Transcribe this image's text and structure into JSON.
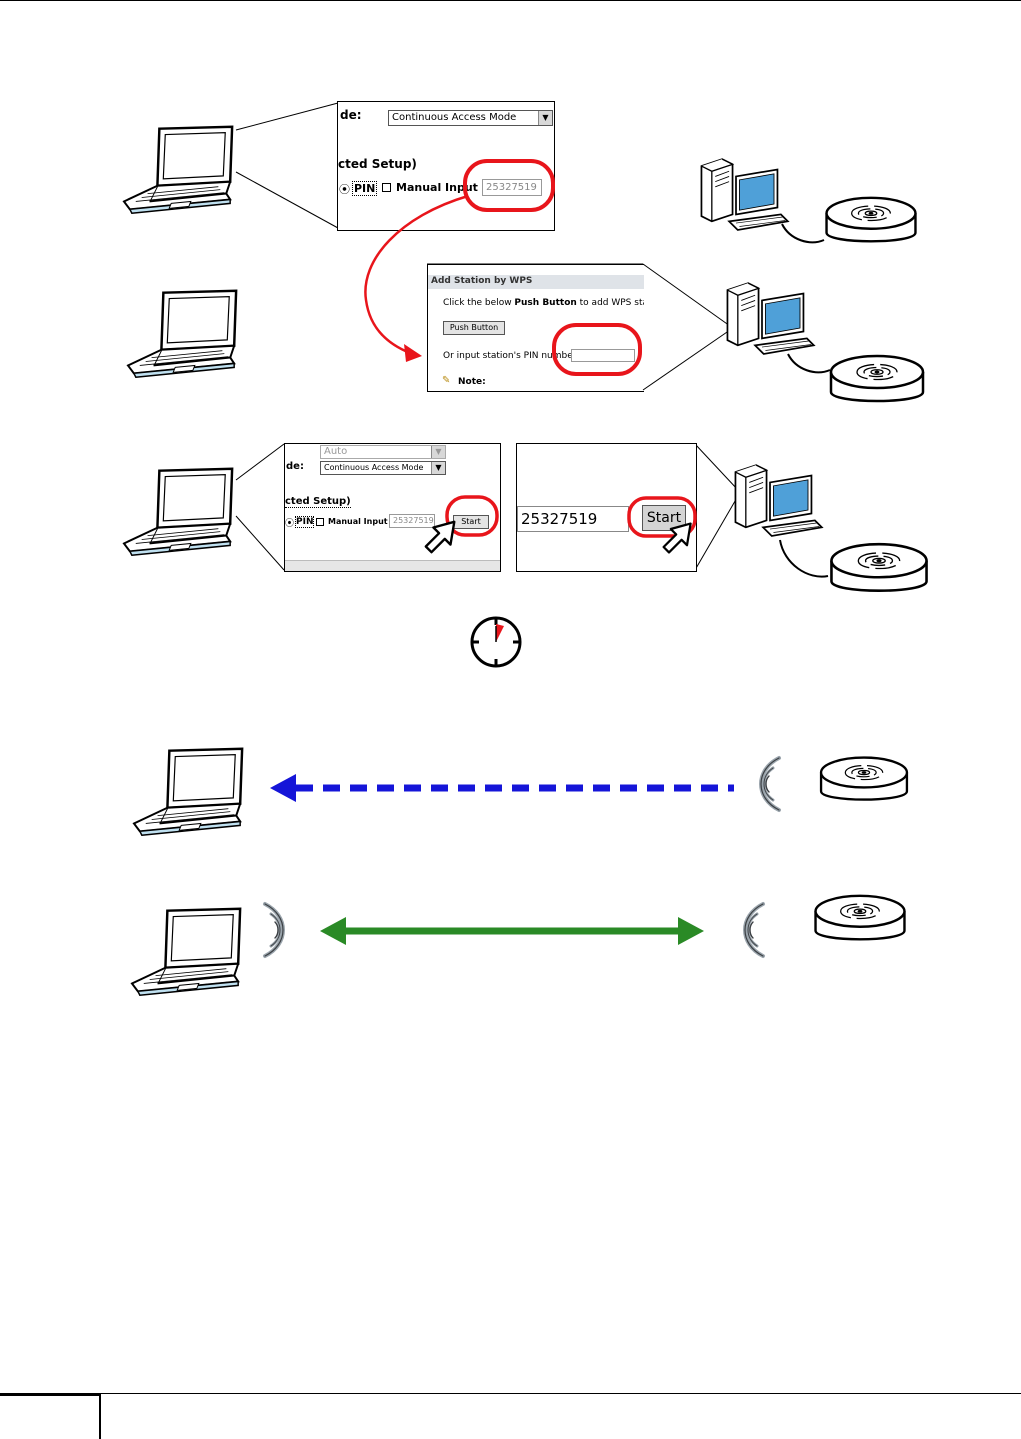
{
  "step1": {
    "mode_label": "de:",
    "mode_value": "Continuous Access Mode",
    "setup_label": "cted Setup)",
    "pin_label": "PIN",
    "manual_label": "Manual Input",
    "pin_value": "25327519"
  },
  "step2": {
    "panel_title": "Add Station by WPS",
    "instruction_prefix": "Click the below ",
    "instruction_bold": "Push Button",
    "instruction_suffix": " to add WPS station",
    "push_button_label": "Push Button",
    "pin_prompt": "Or input station's PIN number:",
    "note_label": "Note:"
  },
  "step3": {
    "auto_value": "Auto",
    "mode_label": "de:",
    "mode_value": "Continuous Access Mode",
    "setup_label": "cted Setup)",
    "pin_label": "PIN",
    "manual_label": "Manual Input",
    "pin_value": "25327519",
    "start_label": "Start",
    "ap_pin_value": "25327519",
    "ap_start_label": "Start"
  },
  "colors": {
    "highlight": "#e8151b",
    "discovery_arrow": "#1515d8",
    "connection_arrow": "#2a8a26",
    "laptop_screen": "#ffffff",
    "pc_monitor": "#4fa0d8",
    "timer_mark": "#e8151b"
  },
  "icons": [
    "laptop-icon",
    "desktop-pc-icon",
    "access-point-icon",
    "stopwatch-icon",
    "wireless-signal-icon",
    "mouse-cursor-icon"
  ]
}
